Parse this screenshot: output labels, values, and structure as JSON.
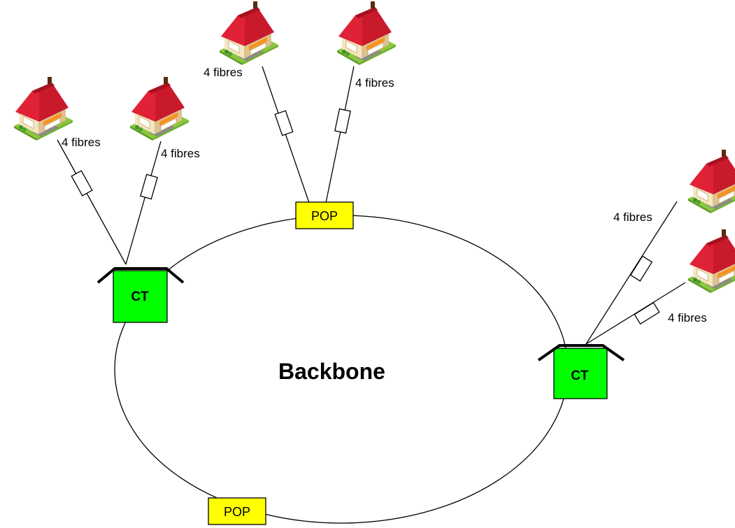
{
  "backbone": {
    "label": "Backbone"
  },
  "colors": {
    "pop_fill": "#ffff00",
    "ct_fill": "#00ff00",
    "roof": "#e02236",
    "roof_dark": "#a8101f",
    "wall": "#f6e6bf",
    "wall_side": "#dcc290",
    "lawn": "#8cc63f",
    "awning": "#f7931e"
  },
  "pops": [
    {
      "label": "POP"
    },
    {
      "label": "POP"
    }
  ],
  "cts": [
    {
      "label": "CT"
    },
    {
      "label": "CT"
    }
  ],
  "fibre_links": [
    {
      "label": "4 fibres",
      "icon": "house-icon"
    },
    {
      "label": "4 fibres",
      "icon": "house-icon"
    },
    {
      "label": "4 fibres",
      "icon": "house-icon"
    },
    {
      "label": "4 fibres",
      "icon": "house-icon"
    },
    {
      "label": "4 fibres",
      "icon": "house-icon"
    },
    {
      "label": "4 fibres",
      "icon": "house-icon"
    }
  ]
}
